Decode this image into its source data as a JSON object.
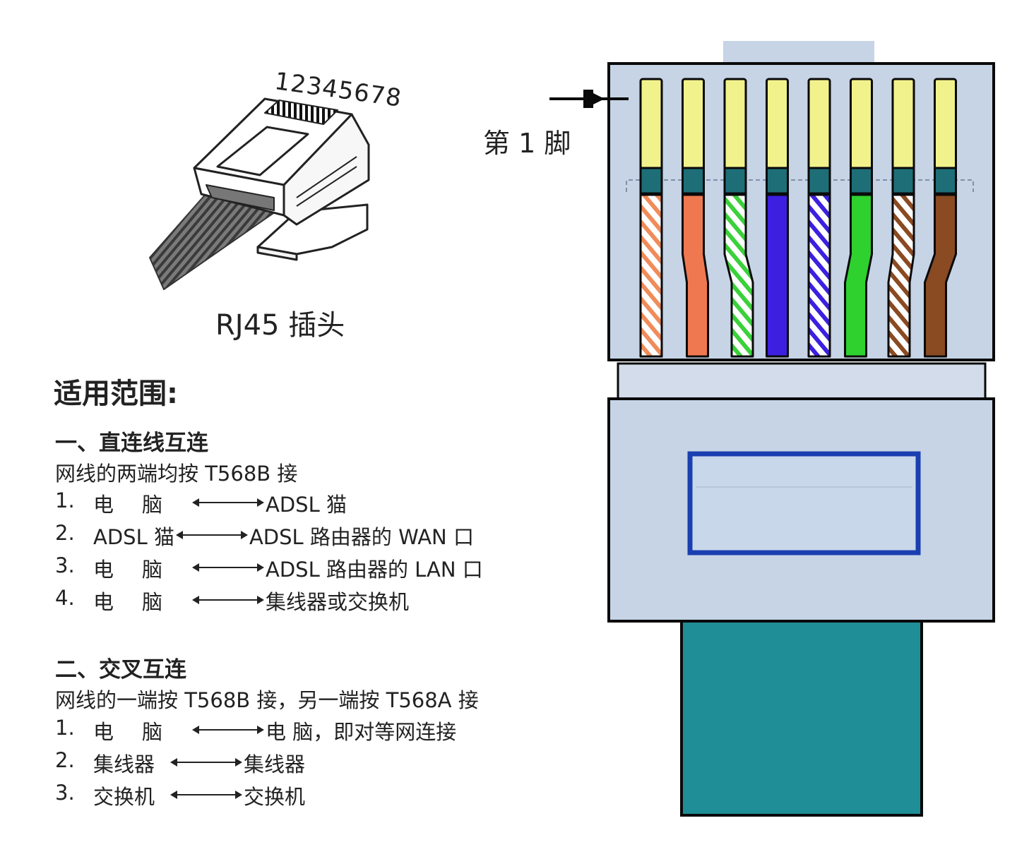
{
  "plug": {
    "pin_numbers": "12345678",
    "caption": "RJ45 插头"
  },
  "connector": {
    "pin1_label": "第 1 脚",
    "wires": [
      {
        "pin": 1,
        "base": "#ffffff",
        "stripe": "#f08c5a"
      },
      {
        "pin": 2,
        "base": "#f07850",
        "stripe": ""
      },
      {
        "pin": 3,
        "base": "#ffffff",
        "stripe": "#3ad13a"
      },
      {
        "pin": 4,
        "base": "#3c1fe0",
        "stripe": ""
      },
      {
        "pin": 5,
        "base": "#ffffff",
        "stripe": "#3c1fe0"
      },
      {
        "pin": 6,
        "base": "#2ed12e",
        "stripe": ""
      },
      {
        "pin": 7,
        "base": "#ffffff",
        "stripe": "#8a4a22"
      },
      {
        "pin": 8,
        "base": "#8a4a22",
        "stripe": ""
      }
    ],
    "colors": {
      "pin_yellow": "#f2f28c",
      "pin_band": "#1e6e78",
      "body": "#c6d4e6",
      "outline": "#0a0a0a",
      "window_border": "#1a3fb0",
      "cable_jacket": "#1f8e96"
    }
  },
  "scope": {
    "heading": "适用范围:",
    "straight": {
      "title": "一、直连线互连",
      "desc": "网线的两端均按 T568B 接",
      "rows": [
        {
          "num": "1.",
          "left": "电脑",
          "right": "ADSL 猫"
        },
        {
          "num": "2.",
          "left": "ADSL 猫",
          "right": "ADSL 路由器的 WAN 口"
        },
        {
          "num": "3.",
          "left": "电脑",
          "right": "ADSL 路由器的 LAN 口"
        },
        {
          "num": "4.",
          "left": "电脑",
          "right": "集线器或交换机"
        }
      ]
    },
    "crossover": {
      "title": "二、交叉互连",
      "desc": "网线的一端按 T568B 接，另一端按 T568A 接",
      "rows": [
        {
          "num": "1.",
          "left": "电脑",
          "right": "电 脑，即对等网连接"
        },
        {
          "num": "2.",
          "left": "集线器",
          "right": "集线器"
        },
        {
          "num": "3.",
          "left": "交换机",
          "right": "交换机"
        }
      ]
    }
  }
}
